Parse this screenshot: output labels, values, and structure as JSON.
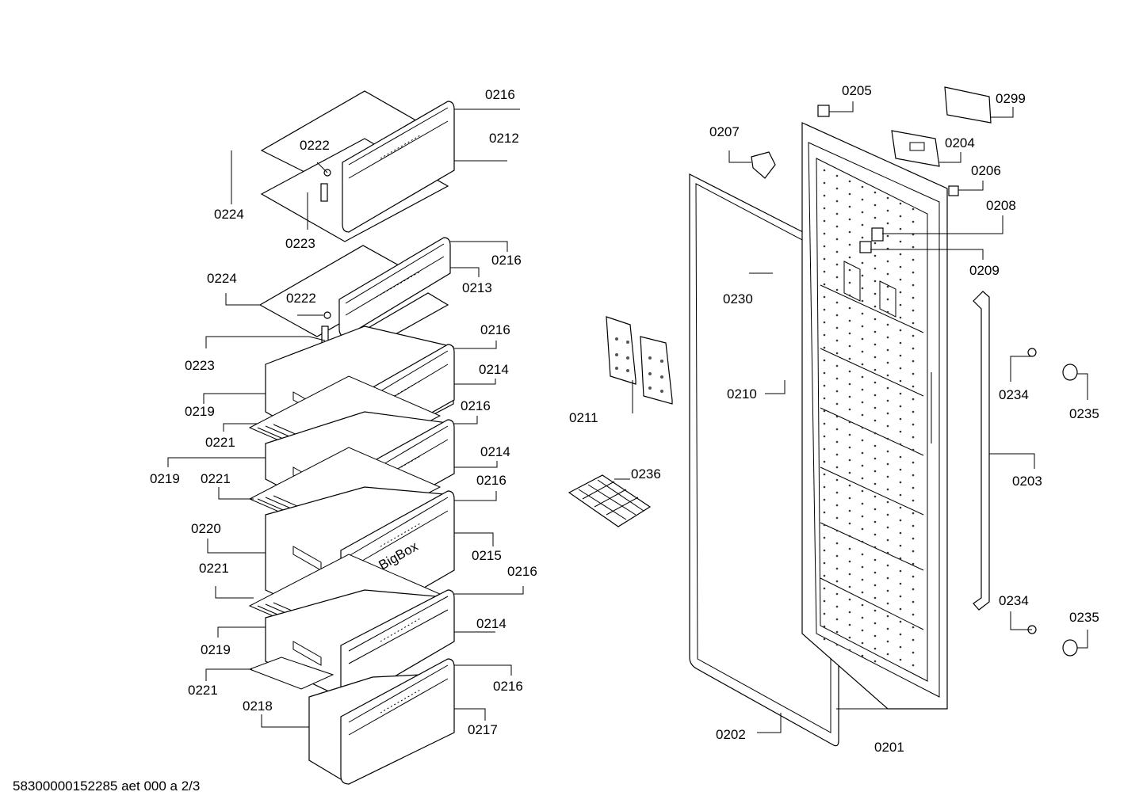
{
  "footer": {
    "doc_code": "58300000152285 aet 000 a 2/3"
  },
  "drawer_text": "BigBox",
  "callouts": {
    "c0216a": "0216",
    "c0212": "0212",
    "c0222a": "0222",
    "c0224a": "0224",
    "c0223a": "0223",
    "c0216b": "0216",
    "c0213": "0213",
    "c0224b": "0224",
    "c0222b": "0222",
    "c0223b": "0223",
    "c0216c": "0216",
    "c0214a": "0214",
    "c0219a": "0219",
    "c0216d": "0216",
    "c0221a": "0221",
    "c0214b": "0214",
    "c0219b": "0219",
    "c0221b": "0221",
    "c0216e": "0216",
    "c0220": "0220",
    "c0215": "0215",
    "c0221c": "0221",
    "c0216f": "0216",
    "c0214c": "0214",
    "c0219c": "0219",
    "c0221d": "0221",
    "c0218": "0218",
    "c0216g": "0216",
    "c0217": "0217",
    "c0205": "0205",
    "c0299": "0299",
    "c0207": "0207",
    "c0204": "0204",
    "c0206": "0206",
    "c0208": "0208",
    "c0209": "0209",
    "c0230": "0230",
    "c0210": "0210",
    "c0211": "0211",
    "c0236": "0236",
    "c0234a": "0234",
    "c0235a": "0235",
    "c0203": "0203",
    "c0234b": "0234",
    "c0235b": "0235",
    "c0202": "0202",
    "c0201": "0201"
  }
}
